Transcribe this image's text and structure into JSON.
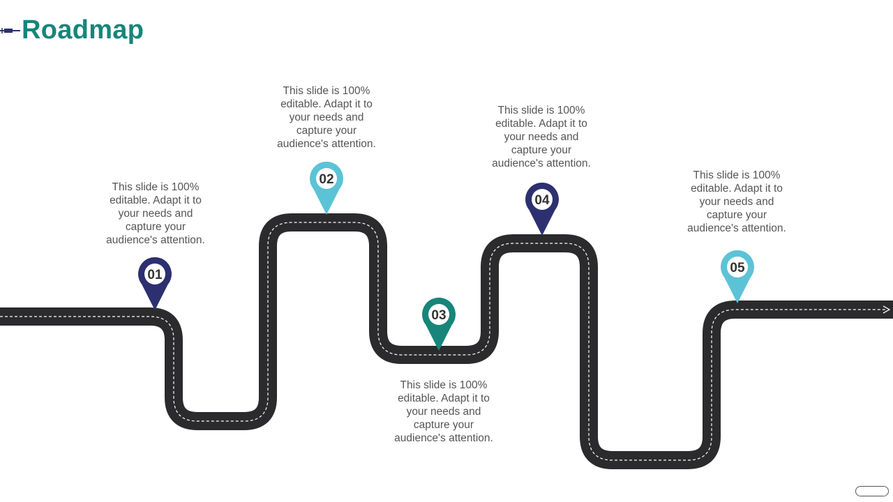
{
  "title": "Roadmap",
  "icons": {
    "title_decoration": "pen-line-icon",
    "road_end": "arrow-right-icon",
    "slide_badge": "pill-icon"
  },
  "colors": {
    "title": "#17857a",
    "road": "#2b2b2d",
    "road_dash": "#ffffff",
    "text": "#555555"
  },
  "milestones": [
    {
      "label": "01",
      "color": "#2d3070",
      "text": "This slide is 100%\neditable. Adapt it to\nyour needs and\ncapture your\naudience's attention."
    },
    {
      "label": "02",
      "color": "#5cc3d6",
      "text": "This slide is 100%\neditable. Adapt it to\nyour needs and\ncapture your\naudience's attention."
    },
    {
      "label": "03",
      "color": "#17857a",
      "text": "This slide is 100%\neditable. Adapt it to\nyour needs and\ncapture your\naudience's attention."
    },
    {
      "label": "04",
      "color": "#2d3070",
      "text": "This slide is 100%\neditable. Adapt it to\nyour needs and\ncapture your\naudience's attention."
    },
    {
      "label": "05",
      "color": "#5cc3d6",
      "text": "This slide is 100%\neditable. Adapt it to\nyour needs and\ncapture your\naudience's attention."
    }
  ]
}
